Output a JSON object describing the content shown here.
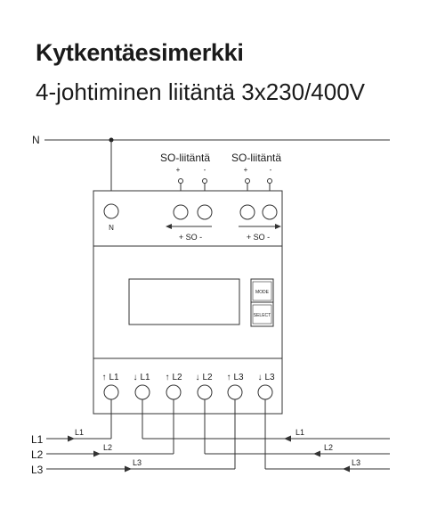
{
  "header": {
    "title": "Kytkentäesimerkki",
    "subtitle": "4-johtiminen liitäntä 3x230/400V"
  },
  "supply": {
    "neutral_label": "N",
    "line_labels": [
      "L1",
      "L2",
      "L3"
    ]
  },
  "meter": {
    "neutral_terminal_label": "N",
    "so_ports": [
      {
        "caption": "SO-liitäntä",
        "plus": "+",
        "minus": "-",
        "bottom_label": "+ SO -",
        "arrow": "left"
      },
      {
        "caption": "SO-liitäntä",
        "plus": "+",
        "minus": "-",
        "bottom_label": "+ SO -",
        "arrow": "right"
      }
    ],
    "buttons": {
      "mode": "MODE",
      "select": "SELECT"
    },
    "bottom_terminals": [
      {
        "arrow": "↑",
        "label": "L1"
      },
      {
        "arrow": "↓",
        "label": "L1"
      },
      {
        "arrow": "↑",
        "label": "L2"
      },
      {
        "arrow": "↓",
        "label": "L2"
      },
      {
        "arrow": "↑",
        "label": "L3"
      },
      {
        "arrow": "↓",
        "label": "L3"
      }
    ]
  },
  "wire_labels": {
    "in": [
      "L1",
      "L2",
      "L3"
    ],
    "out": [
      "L1",
      "L2",
      "L3"
    ]
  }
}
